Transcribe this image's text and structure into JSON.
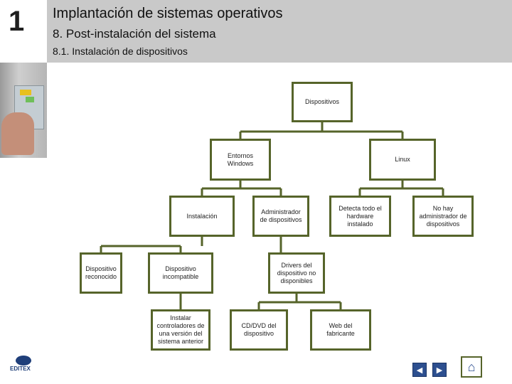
{
  "header": {
    "chapter": "1",
    "title": "Implantación de sistemas operativos",
    "section": "8. Post-instalación del sistema",
    "subsection": "8.1. Instalación de dispositivos"
  },
  "diagram": {
    "nodes": {
      "dispositivos": "Dispositivos",
      "entornos_windows": "Entornos Windows",
      "linux": "Linux",
      "instalacion": "Instalación",
      "administrador": "Administrador de dispositivos",
      "detecta": "Detecta todo el hardware instalado",
      "no_hay": "No hay administrador de dispositivos",
      "reconocido": "Dispositivo reconocido",
      "incompatible": "Dispositivo incompatible",
      "drivers": "Drivers del dispositivo no disponibles",
      "instalar": "Instalar controladores de una versión del sistema anterior",
      "cd_dvd": "CD/DVD del dispositivo",
      "web": "Web del fabricante"
    }
  },
  "footer": {
    "logo_text": "EDITEX",
    "icons": [
      "prev-arrow-icon",
      "next-arrow-icon",
      "home-icon"
    ]
  },
  "colors": {
    "border": "#56642a",
    "header_bg": "#c9c9c9",
    "nav": "#2d4f8f"
  }
}
